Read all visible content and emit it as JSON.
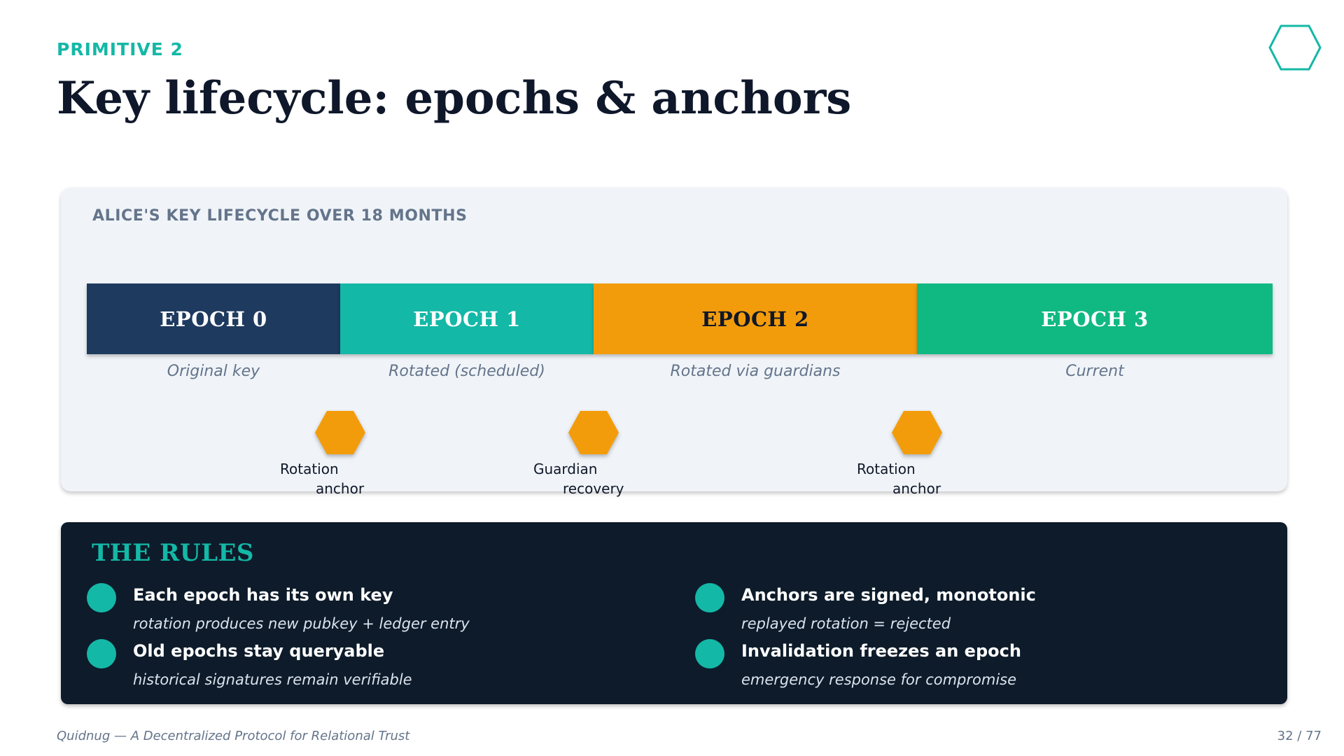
{
  "header": {
    "eyebrow": "PRIMITIVE 2",
    "title": "Key lifecycle: epochs & anchors",
    "logo_icon": "hexagon-outline-icon"
  },
  "timeline": {
    "label": "ALICE'S KEY LIFECYCLE OVER 18 MONTHS",
    "epochs": [
      {
        "label": "EPOCH 0",
        "subtitle": "Original key",
        "color": "#1e3a5f",
        "text_color": "#ffffff"
      },
      {
        "label": "EPOCH 1",
        "subtitle": "Rotated (scheduled)",
        "color": "#14b8a6",
        "text_color": "#ffffff"
      },
      {
        "label": "EPOCH 2",
        "subtitle": "Rotated via guardians",
        "color": "#f39c0b",
        "text_color": "#0f172a"
      },
      {
        "label": "EPOCH 3",
        "subtitle": "Current",
        "color": "#10b981",
        "text_color": "#ffffff"
      }
    ],
    "anchors": [
      {
        "line1": "Rotation",
        "line2": "anchor",
        "icon": "hexagon-anchor-icon",
        "color": "#f39c0b"
      },
      {
        "line1": "Guardian",
        "line2": "recovery",
        "icon": "hexagon-anchor-icon",
        "color": "#f39c0b"
      },
      {
        "line1": "Rotation",
        "line2": "anchor",
        "icon": "hexagon-anchor-icon",
        "color": "#f39c0b"
      }
    ]
  },
  "rules": {
    "title": "THE RULES",
    "items": [
      {
        "heading": "Each epoch has its own key",
        "description": "rotation produces new pubkey + ledger entry"
      },
      {
        "heading": "Anchors are signed, monotonic",
        "description": "replayed rotation = rejected"
      },
      {
        "heading": "Old epochs stay queryable",
        "description": "historical signatures remain verifiable"
      },
      {
        "heading": "Invalidation freezes an epoch",
        "description": "emergency response for compromise"
      }
    ]
  },
  "footer": {
    "left": "Quidnug — A Decentralized Protocol for Relational Trust",
    "right": "32 / 77"
  },
  "colors": {
    "accent": "#14b8a6",
    "dark_panel": "#0d1b2a",
    "light_panel": "#f0f4f8",
    "anchor": "#f39c0b"
  }
}
